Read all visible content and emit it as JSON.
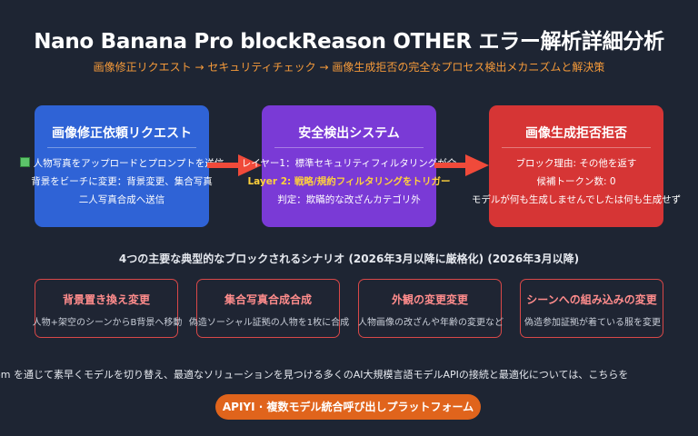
{
  "header": {
    "title": "Nano Banana Pro blockReason OTHER エラー解析詳細分析",
    "subtitle": "画像修正リクエスト → セキュリティチェック → 画像生成拒否の完全なプロセス検出メカニズムと解決策"
  },
  "flow": {
    "cards": [
      {
        "title": "画像修正依頼リクエスト",
        "color": "#2f63d6",
        "lines": [
          "人物写真をアップロードとプロンプトを送信",
          "背景をビーチに変更：背景変更、集合写真",
          "二人写真合成へ送信"
        ]
      },
      {
        "title": "安全検出システム",
        "color": "#7a3ad6",
        "lines": [
          "レイヤー1：標準セキュリティフィルタリングが介",
          "Layer 2: 戦略/規約フィルタリングをトリガー",
          "判定：欺瞞的な改ざんカテゴリ外"
        ]
      },
      {
        "title": "画像生成拒否拒否",
        "color": "#d63535",
        "lines": [
          "ブロック理由: その他を返す",
          "候補トークン数: 0",
          "モデルが何も生成しませんでしたは何も生成せず"
        ]
      }
    ],
    "arrow_color": "#f04a3a",
    "highlight_color": "#ffd13b"
  },
  "scenarios": {
    "heading": "4つの主要な典型的なブロックされるシナリオ (2026年3月以降に厳格化) (2026年3月以降)",
    "items": [
      {
        "title": "背景置き換え変更",
        "desc": "人物+架空のシーンからB背景へ移動"
      },
      {
        "title": "集合写真合成合成",
        "desc": "偽造ソーシャル証拠の人物を1枚に合成"
      },
      {
        "title": "外観の変更変更",
        "desc": "人物画像の改ざんや年齢の変更など"
      },
      {
        "title": "シーンへの組み込みの変更",
        "desc": "偽造参加証拠が着ている服を変更"
      }
    ],
    "border_color": "#d94848",
    "title_color": "#ff8c8c"
  },
  "footer": {
    "promo_text": "om を通じて素早くモデルを切り替え、最適なソリューションを見つける多くのAI大規模言語モデルAPIの接続と最適化については、こちらを",
    "cta_label": "APIYI · 複数モデル統合呼び出しプラットフォーム",
    "cta_color": "#e0641c"
  },
  "colors": {
    "background": "#1e2533",
    "subtitle": "#f59a3a"
  }
}
